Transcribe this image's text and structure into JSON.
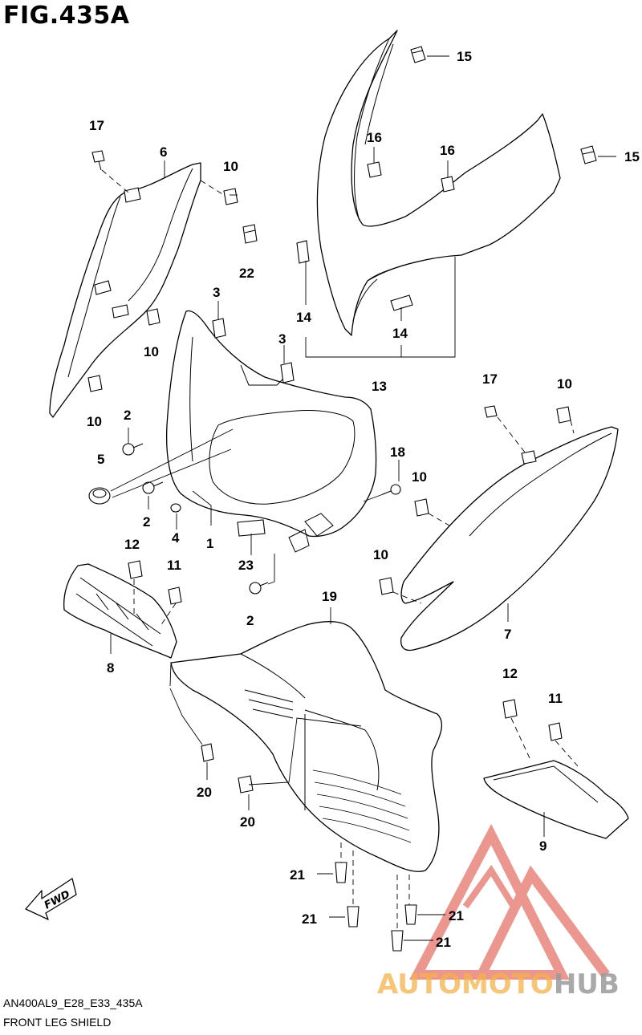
{
  "figure": {
    "title": "FIG.435A",
    "model_code": "AN400AL9_E28_E33_435A",
    "name": "FRONT LEG SHIELD"
  },
  "callouts": [
    {
      "id": "c15a",
      "text": "15"
    },
    {
      "id": "c15b",
      "text": "15"
    },
    {
      "id": "c16a",
      "text": "16"
    },
    {
      "id": "c16b",
      "text": "16"
    },
    {
      "id": "c17a",
      "text": "17"
    },
    {
      "id": "c17b",
      "text": "17"
    },
    {
      "id": "c6",
      "text": "6"
    },
    {
      "id": "c10a",
      "text": "10"
    },
    {
      "id": "c10b",
      "text": "10"
    },
    {
      "id": "c10c",
      "text": "10"
    },
    {
      "id": "c10d",
      "text": "10"
    },
    {
      "id": "c10e",
      "text": "10"
    },
    {
      "id": "c10f",
      "text": "10"
    },
    {
      "id": "c22",
      "text": "22"
    },
    {
      "id": "c3a",
      "text": "3"
    },
    {
      "id": "c3b",
      "text": "3"
    },
    {
      "id": "c14a",
      "text": "14"
    },
    {
      "id": "c14b",
      "text": "14"
    },
    {
      "id": "c13",
      "text": "13"
    },
    {
      "id": "c2a",
      "text": "2"
    },
    {
      "id": "c2b",
      "text": "2"
    },
    {
      "id": "c2c",
      "text": "2"
    },
    {
      "id": "c5",
      "text": "5"
    },
    {
      "id": "c4",
      "text": "4"
    },
    {
      "id": "c1",
      "text": "1"
    },
    {
      "id": "c18",
      "text": "18"
    },
    {
      "id": "c23",
      "text": "23"
    },
    {
      "id": "c12a",
      "text": "12"
    },
    {
      "id": "c12b",
      "text": "12"
    },
    {
      "id": "c11a",
      "text": "11"
    },
    {
      "id": "c11b",
      "text": "11"
    },
    {
      "id": "c8",
      "text": "8"
    },
    {
      "id": "c7",
      "text": "7"
    },
    {
      "id": "c19",
      "text": "19"
    },
    {
      "id": "c20a",
      "text": "20"
    },
    {
      "id": "c20b",
      "text": "20"
    },
    {
      "id": "c9",
      "text": "9"
    },
    {
      "id": "c21a",
      "text": "21"
    },
    {
      "id": "c21b",
      "text": "21"
    },
    {
      "id": "c21c",
      "text": "21"
    },
    {
      "id": "c21d",
      "text": "21"
    }
  ],
  "fwd_label": "FWD",
  "watermark": {
    "part1": "AUTOMOTO",
    "part2": "HUB",
    "color_red": "#e85a4f",
    "color_orange": "#f3b24a",
    "color_gray": "#9a9a9a"
  }
}
